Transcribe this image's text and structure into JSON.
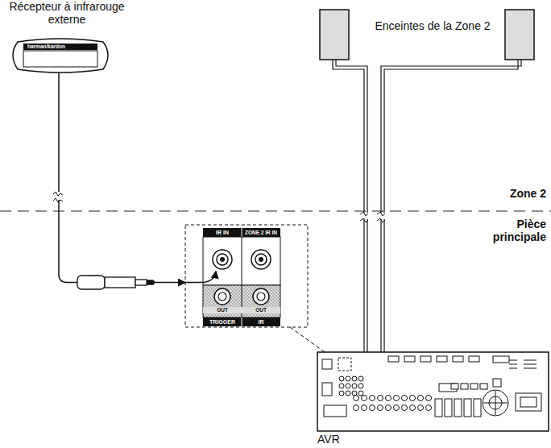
{
  "diagram": {
    "nodes": [
      {
        "text": [
          "Récepteur à infrarouge externe",
          "harman/kardon"
        ]
      },
      {
        "text": [
          "IR IN",
          "ZONE 2 IR IN",
          "OUT",
          "OUT",
          "TRIGGER",
          "IR"
        ]
      },
      {
        "text": [
          "AVR"
        ]
      }
    ],
    "edges": [
      {
        "from": 0,
        "to": 1,
        "arrow": "to"
      }
    ],
    "labels": [
      "Enceintes de la Zone 2",
      "Zone 2",
      "Pièce principale"
    ]
  }
}
